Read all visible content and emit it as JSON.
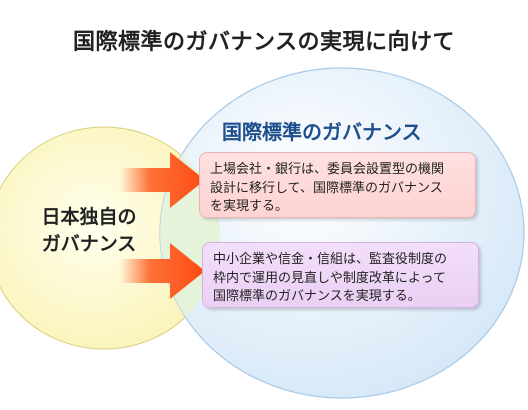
{
  "title": "国際標準のガバナンスの実現に向けて",
  "circle_title": "国際標準のガバナンス",
  "left_label_line1": "日本独自の",
  "left_label_line2": "ガバナンス",
  "box1": {
    "line1": "上場会社・銀行は、委員会設置型の機関",
    "line2": "設計に移行して、国際標準のガバナンス",
    "line3": "を実現する。"
  },
  "box2": {
    "line1": "中小企業や信金・信組は、監査役制度の",
    "line2": "枠内で運用の見直しや制度改革によって",
    "line3": "国際標準のガバナンスを実現する。"
  },
  "colors": {
    "left_circle": "#fdf7c0",
    "right_circle": "#dcecf9",
    "arrow": "#ff5a1e",
    "circle_title": "#1e4f8c"
  }
}
